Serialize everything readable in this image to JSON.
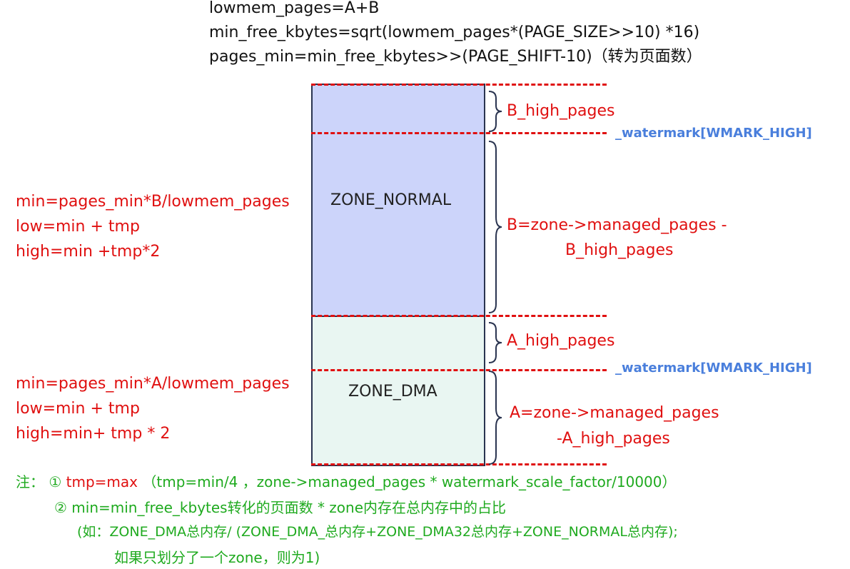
{
  "formulas": {
    "line1": "lowmem_pages=A+B",
    "line2": "min_free_kbytes=sqrt(lowmem_pages*(PAGE_SIZE>>10) *16)",
    "line3": "pages_min=min_free_kbytes>>(PAGE_SHIFT-10)（转为页面数）"
  },
  "zones": {
    "normal": {
      "label": "ZONE_NORMAL",
      "color": "#ccd4fa",
      "min": "min=pages_min*B/lowmem_pages",
      "low": "low=min + tmp",
      "high": "high=min +tmp*2",
      "high_pages": "B_high_pages",
      "managed_line1": "B=zone->managed_pages -",
      "managed_line2": "B_high_pages",
      "watermark": "_watermark[WMARK_HIGH]"
    },
    "dma": {
      "label": "ZONE_DMA",
      "color": "#e9f6f2",
      "min": "min=pages_min*A/lowmem_pages",
      "low": "low=min + tmp",
      "high": "high=min+ tmp * 2",
      "high_pages": "A_high_pages",
      "managed_line1": "A=zone->managed_pages",
      "managed_line2": "-A_high_pages",
      "watermark": "_watermark[WMARK_HIGH]"
    }
  },
  "notes": {
    "prefix": "注：",
    "n1_mark": "①",
    "n1_lead": "tmp=max",
    "n1_rest": "（tmp=min/4 ，zone->managed_pages * watermark_scale_factor/10000）",
    "n2_mark": "②",
    "n2_lead": "min=min_free_kbytes转化的页面数 * zone内存在总内存中的占比",
    "n2_line2": "(如：ZONE_DMA总内存/ (ZONE_DMA_总内存+ZONE_DMA32总内存+ZONE_NORMAL总内存);",
    "n2_line3": "如果只划分了一个zone，则为1)"
  }
}
